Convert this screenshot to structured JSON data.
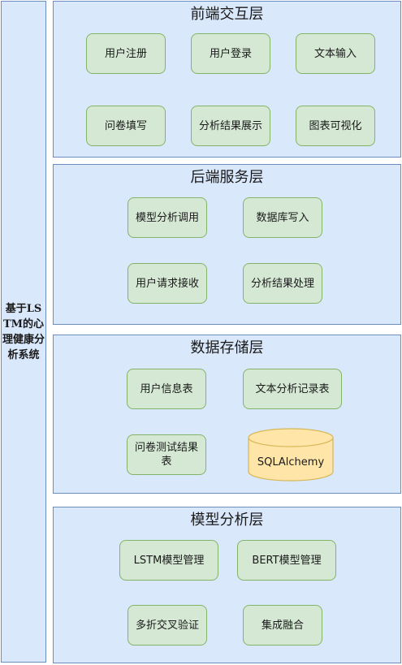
{
  "system_title": "基于LSTM的心理健康分析系统",
  "layers": [
    {
      "title": "前端交互层",
      "nodes": [
        "用户注册",
        "用户登录",
        "文本输入",
        "问卷填写",
        "分析结果展示",
        "图表可视化"
      ]
    },
    {
      "title": "后端服务层",
      "nodes": [
        "模型分析调用",
        "数据库写入",
        "用户请求接收",
        "分析结果处理"
      ]
    },
    {
      "title": "数据存储层",
      "nodes": [
        "用户信息表",
        "文本分析记录表",
        "问卷测试结果表"
      ],
      "database": "SQLAlchemy"
    },
    {
      "title": "模型分析层",
      "nodes": [
        "LSTM模型管理",
        "BERT模型管理",
        "多折交叉验证",
        "集成融合"
      ]
    }
  ],
  "colors": {
    "layer_fill": "#dae8fc",
    "layer_border": "#6c8ebf",
    "node_fill": "#d5e8d4",
    "node_border": "#82b366",
    "db_fill": "#ffe6a8",
    "db_border": "#d6b656"
  }
}
